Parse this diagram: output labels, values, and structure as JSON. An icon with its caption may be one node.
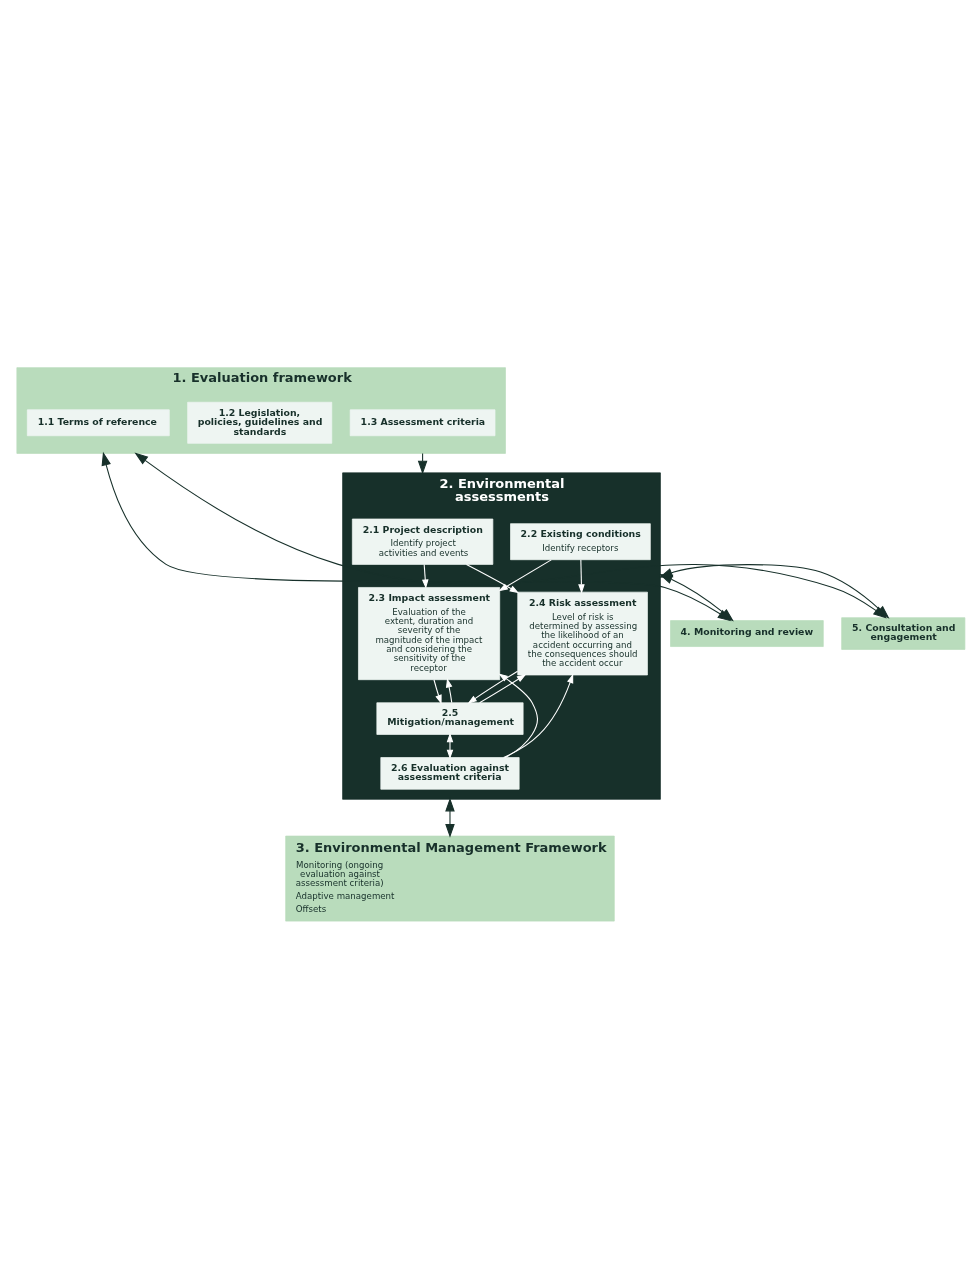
{
  "diagram": {
    "nodes": [
      {
        "text": [
          "1. Evaluation framework"
        ]
      },
      {
        "text": [
          "1.1 Terms of reference"
        ],
        "in": 0
      },
      {
        "text": [
          "1.2 Legislation, policies, guidelines and standards"
        ],
        "in": 0
      },
      {
        "text": [
          "1.3 Assessment criteria"
        ],
        "in": 0
      },
      {
        "text": [
          "2. Environmental assessments"
        ]
      },
      {
        "text": [
          "2.1 Project description",
          "Identify project activities and events"
        ],
        "in": 4
      },
      {
        "text": [
          "2.2 Existing conditions",
          "Identify receptors"
        ],
        "in": 4
      },
      {
        "text": [
          "2.3 Impact assessment",
          "Evaluation of the extent, duration and severity of the magnitude of the impact and considering the sensitivity of the receptor"
        ],
        "in": 4
      },
      {
        "text": [
          "2.4 Risk assessment",
          "Level of risk is determined by assessing the likelihood of an accident occurring and the consequences should the accident occur"
        ],
        "in": 4
      },
      {
        "text": [
          "2.5 Mitigation/management"
        ],
        "in": 4
      },
      {
        "text": [
          "2.6 Evaluation against assessment criteria"
        ],
        "in": 4
      },
      {
        "text": [
          "3. Environmental Management Framework",
          "Monitoring (ongoing evaluation against assessment criteria)",
          "Adaptive management",
          "Offsets"
        ]
      },
      {
        "text": [
          "4. Monitoring and review"
        ]
      },
      {
        "text": [
          "5. Consultation and engagement"
        ]
      }
    ],
    "edges": [
      {
        "from": 0,
        "to": 4,
        "arrow": "to",
        "color": "#17302a"
      },
      {
        "from": 5,
        "to": 7,
        "arrow": "to"
      },
      {
        "from": 5,
        "to": 8,
        "arrow": "to"
      },
      {
        "from": 6,
        "to": 7,
        "arrow": "to"
      },
      {
        "from": 6,
        "to": 8,
        "arrow": "to"
      },
      {
        "from": 7,
        "to": 9,
        "arrow": "to"
      },
      {
        "from": 8,
        "to": 9,
        "arrow": "to"
      },
      {
        "from": 9,
        "to": 7,
        "arrow": "to"
      },
      {
        "from": 9,
        "to": 8,
        "arrow": "to"
      },
      {
        "from": 9,
        "to": 10,
        "arrow": "both"
      },
      {
        "from": 10,
        "to": 7,
        "arrow": "to"
      },
      {
        "from": 10,
        "to": 8,
        "arrow": "to"
      },
      {
        "from": 4,
        "to": 11,
        "arrow": "both",
        "color": "#17302a"
      },
      {
        "from": 12,
        "to": 0,
        "arrow": "both",
        "color": "#17302a"
      },
      {
        "from": 12,
        "to": 4,
        "arrow": "both",
        "color": "#17302a"
      },
      {
        "from": 0,
        "to": 13,
        "arrow": "both",
        "color": "#17302a"
      },
      {
        "from": 4,
        "to": 13,
        "arrow": "both",
        "color": "#17302a"
      }
    ]
  }
}
